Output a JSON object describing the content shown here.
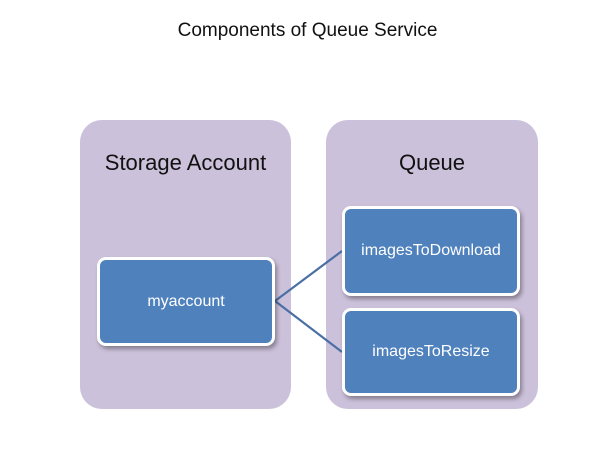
{
  "title": "Components of Queue Service",
  "storage_account": {
    "heading": "Storage Account",
    "account_name": "myaccount"
  },
  "queue": {
    "heading": "Queue",
    "items": [
      "imagesToDownload",
      "imagesToResize"
    ]
  },
  "colors": {
    "panel": "#ccc1da",
    "node": "#4f81bd",
    "connector": "#4a6fa5"
  }
}
